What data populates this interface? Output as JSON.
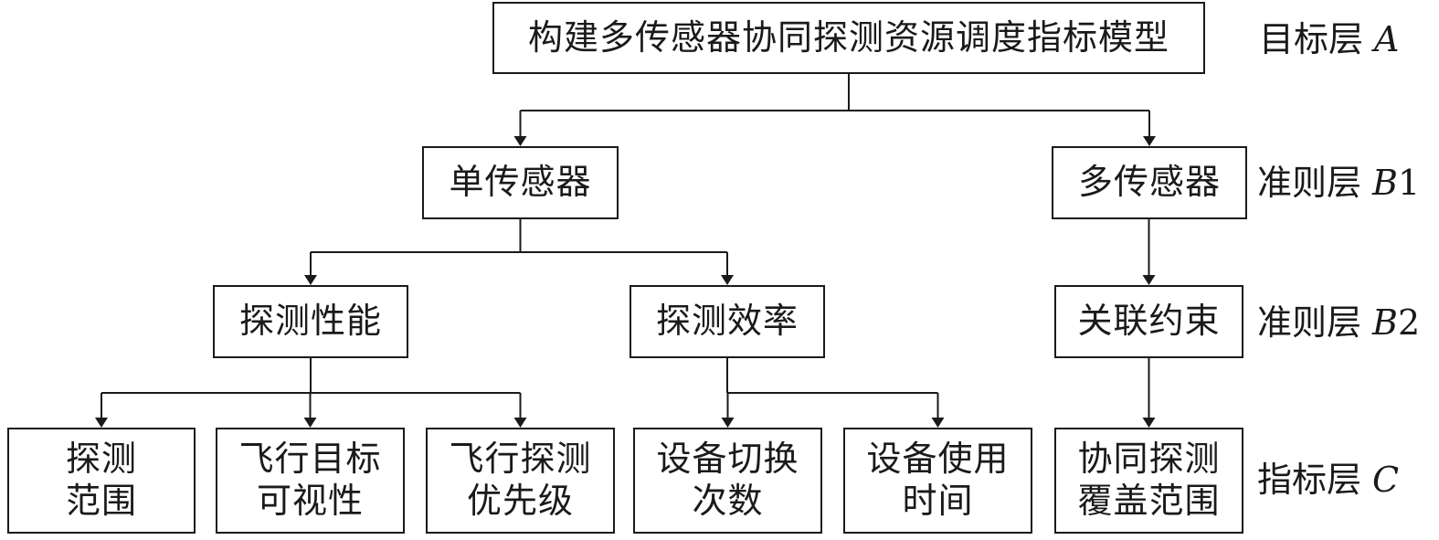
{
  "nodes": {
    "root": {
      "text": "构建多传感器协同探测资源调度指标模型"
    },
    "single_sensor": {
      "text": "单传感器"
    },
    "multi_sensor": {
      "text": "多传感器"
    },
    "detect_performance": {
      "text": "探测性能"
    },
    "detect_efficiency": {
      "text": "探测效率"
    },
    "association_constraint": {
      "text": "关联约束"
    },
    "detect_range": {
      "lines": [
        "探测",
        "范围"
      ]
    },
    "target_visibility": {
      "lines": [
        "飞行目标",
        "可视性"
      ]
    },
    "detect_priority": {
      "lines": [
        "飞行探测",
        "优先级"
      ]
    },
    "switch_count": {
      "lines": [
        "设备切换",
        "次数"
      ]
    },
    "usage_time": {
      "lines": [
        "设备使用",
        "时间"
      ]
    },
    "coverage": {
      "lines": [
        "协同探测",
        "覆盖范围"
      ]
    }
  },
  "levels": {
    "goal": {
      "label": "目标层",
      "symbol": "A",
      "number": ""
    },
    "criterion1": {
      "label": "准则层",
      "symbol": "B",
      "number": "1"
    },
    "criterion2": {
      "label": "准则层",
      "symbol": "B",
      "number": "2"
    },
    "indicator": {
      "label": "指标层",
      "symbol": "C",
      "number": ""
    }
  },
  "edges": [
    {
      "from": "root",
      "to": "single_sensor"
    },
    {
      "from": "root",
      "to": "multi_sensor"
    },
    {
      "from": "single_sensor",
      "to": "detect_performance"
    },
    {
      "from": "single_sensor",
      "to": "detect_efficiency"
    },
    {
      "from": "multi_sensor",
      "to": "association_constraint"
    },
    {
      "from": "detect_performance",
      "to": "detect_range"
    },
    {
      "from": "detect_performance",
      "to": "target_visibility"
    },
    {
      "from": "detect_performance",
      "to": "detect_priority"
    },
    {
      "from": "detect_efficiency",
      "to": "switch_count"
    },
    {
      "from": "detect_efficiency",
      "to": "usage_time"
    },
    {
      "from": "association_constraint",
      "to": "coverage"
    }
  ]
}
